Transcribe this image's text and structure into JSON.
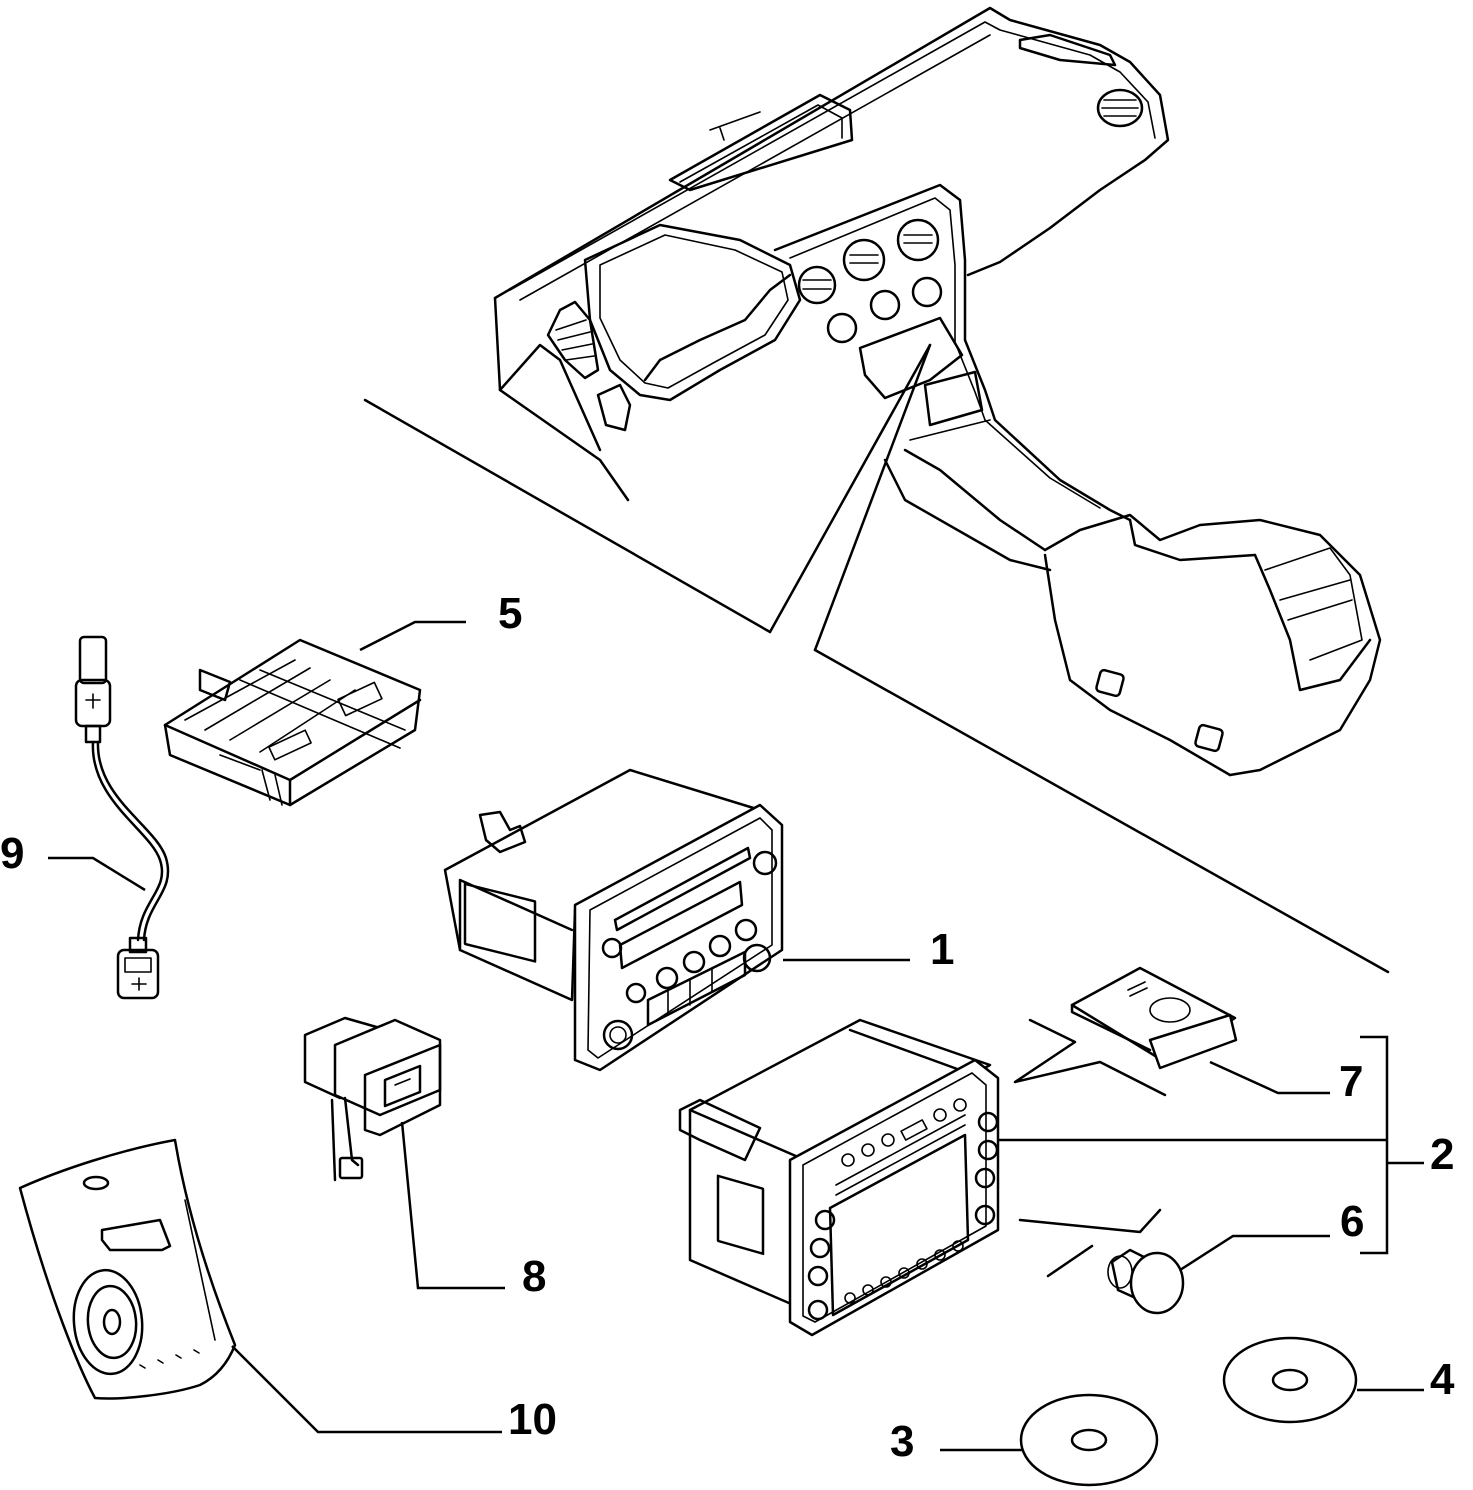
{
  "callouts": {
    "c1": "1",
    "c2": "2",
    "c3": "3",
    "c4": "4",
    "c5": "5",
    "c6": "6",
    "c7": "7",
    "c8": "8",
    "c9": "9",
    "c10": "10"
  },
  "colors": {
    "line": "#000000",
    "background": "#ffffff"
  },
  "parts": [
    "dashboard-icon",
    "radio-unit-icon",
    "navigation-unit-icon",
    "cd-disc-icon",
    "tuner-module-icon",
    "knob-icon",
    "card-cartridge-icon",
    "usb-socket-icon",
    "usb-cable-icon",
    "kit-bag-icon"
  ]
}
